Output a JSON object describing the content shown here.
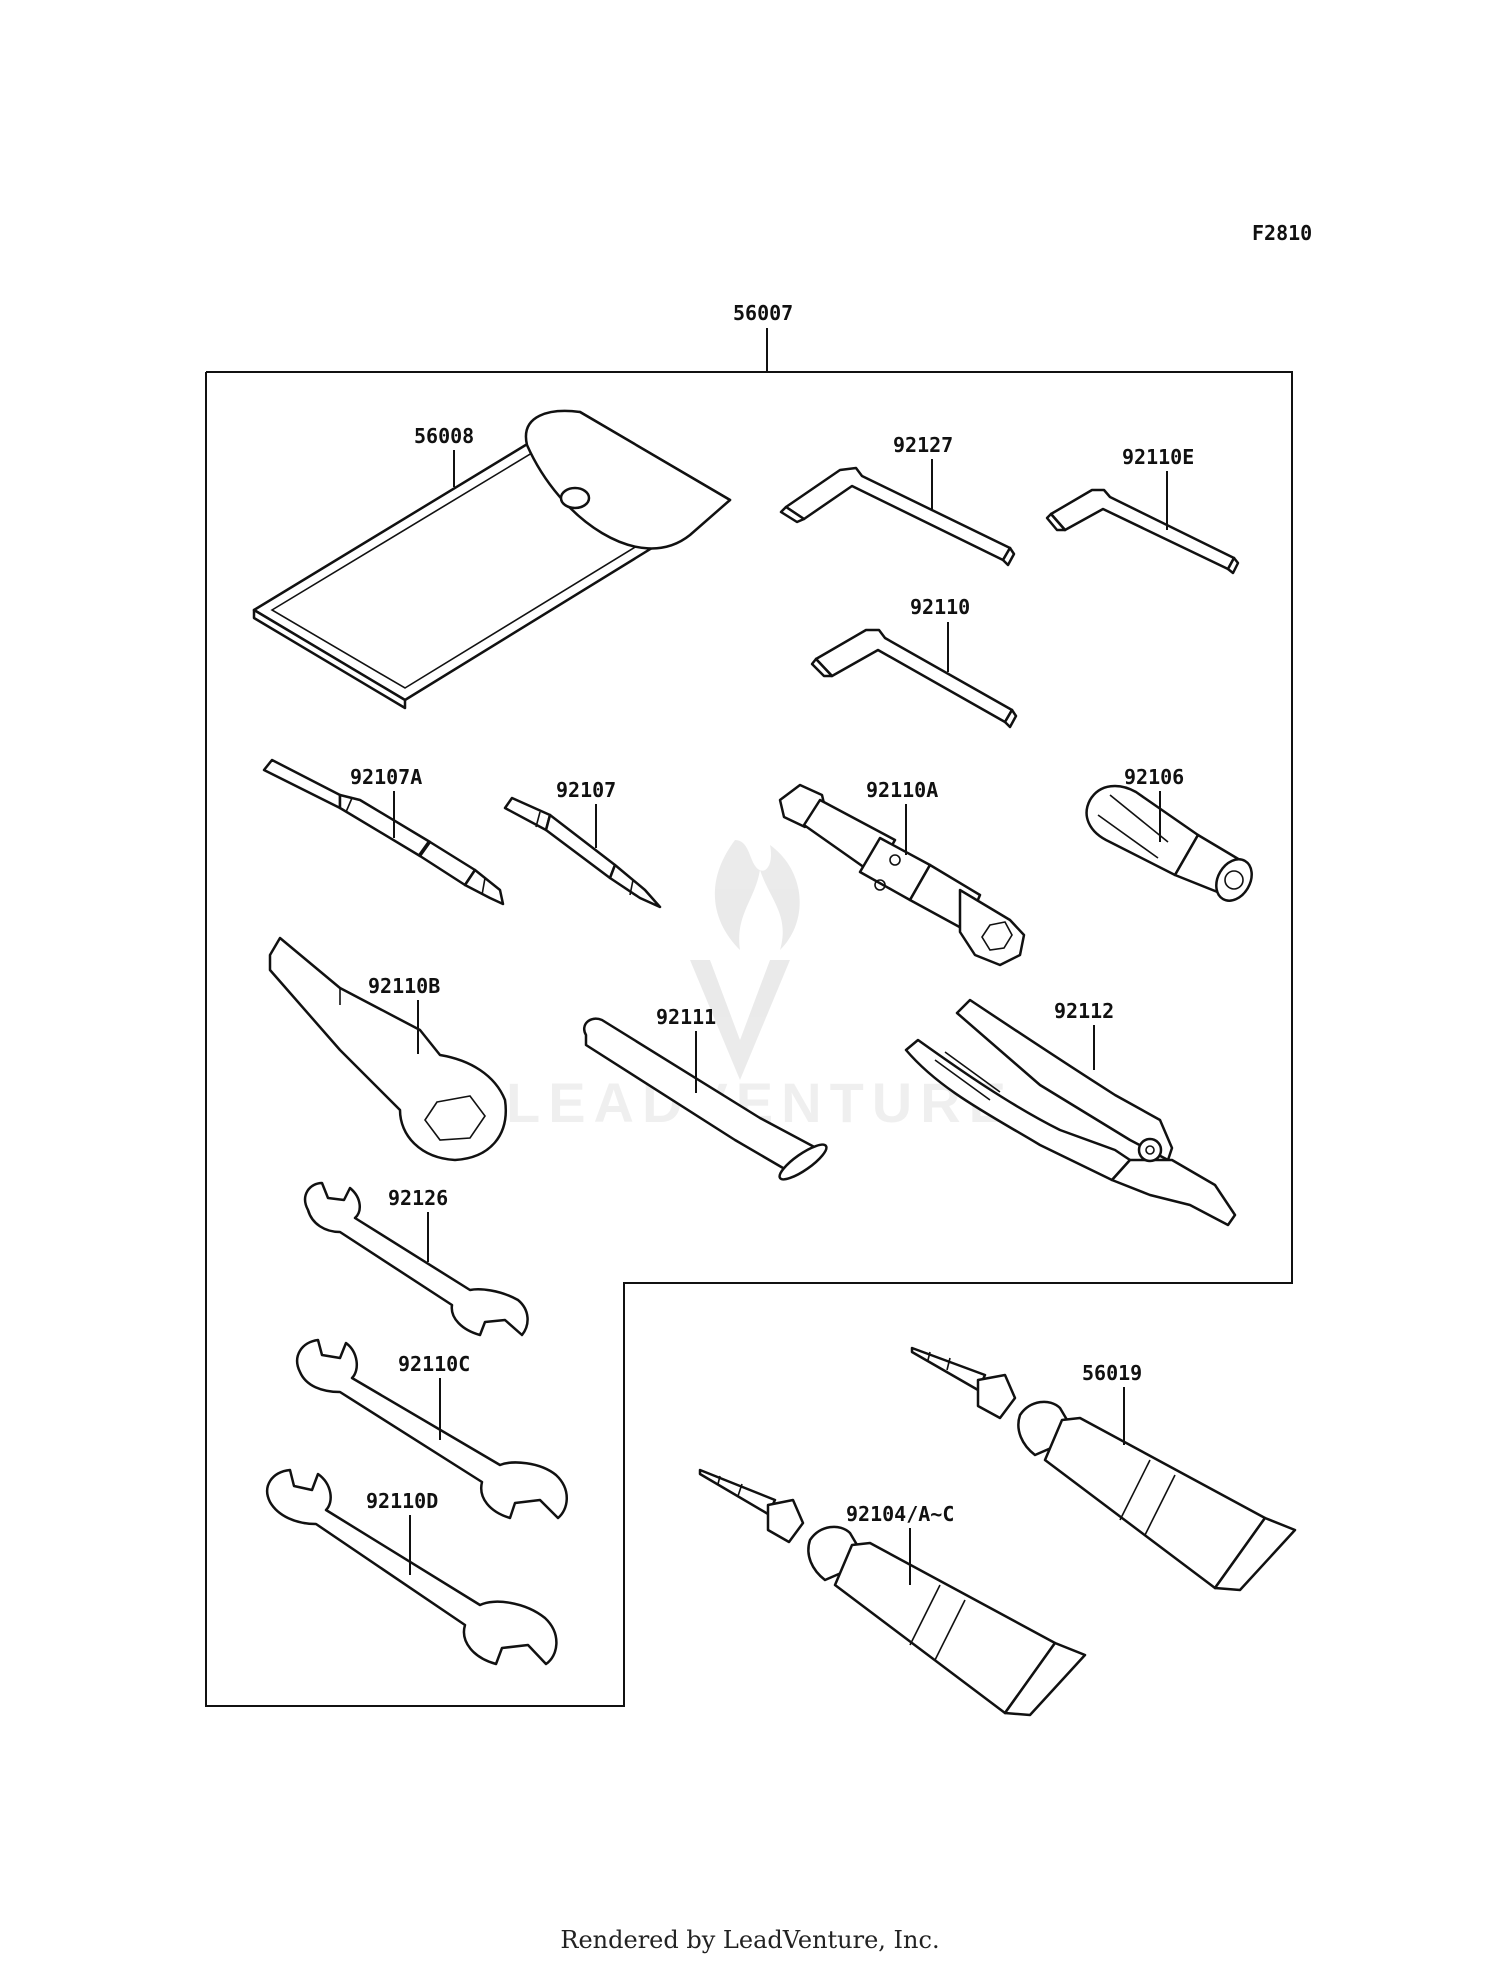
{
  "figure_code": "F2810",
  "assembly_label": "56007",
  "parts": {
    "pouch": "56008",
    "hex_wrench_large": "92127",
    "hex_wrench_small": "92110E",
    "hex_wrench_mid": "92110",
    "screwdriver_long": "92107A",
    "screwdriver_short": "92107",
    "box_wrench_tube": "92110A",
    "socket_handle": "92106",
    "spark_plug_wrench": "92110B",
    "tommy_bar": "92111",
    "pliers": "92112",
    "open_wrench_small": "92126",
    "open_wrench_mid": "92110C",
    "open_wrench_large": "92110D",
    "grease_tube_right": "56019",
    "grease_tube_left": "92104/A~C"
  },
  "watermark": "LEADVENTURE",
  "footer": "Rendered by LeadVenture, Inc."
}
